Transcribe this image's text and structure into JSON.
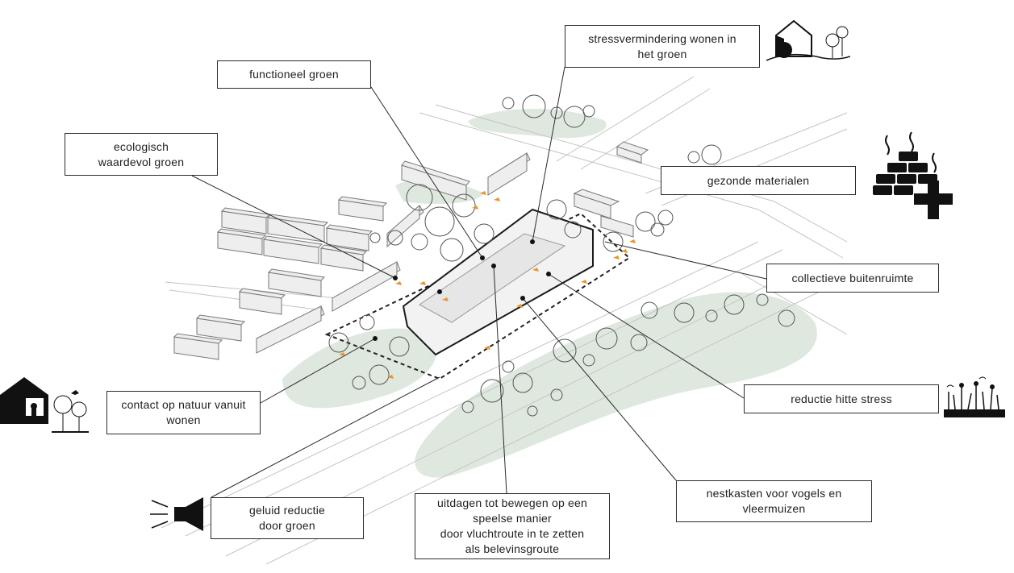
{
  "labels": {
    "stress": {
      "line1": "stressvermindering wonen in",
      "line2": "het groen"
    },
    "functioneel": {
      "line1": "functioneel groen"
    },
    "ecologisch": {
      "line1": "ecologisch",
      "line2": "waardevol groen"
    },
    "gezonde": {
      "line1": "gezonde materialen"
    },
    "collectieve": {
      "line1": "collectieve buitenruimte"
    },
    "hitte": {
      "line1": "reductie hitte stress"
    },
    "contact": {
      "line1": "contact op natuur vanuit",
      "line2": "wonen"
    },
    "geluid": {
      "line1": "geluid reductie",
      "line2": "door groen"
    },
    "uitdagen": {
      "line1": "uitdagen tot bewegen op een",
      "line2": "speelse manier",
      "line3": "door vluchtroute in te zetten",
      "line4": "als belevinsgroute"
    },
    "nestkasten": {
      "line1": "nestkasten voor vogels en",
      "line2": "vleermuizen"
    }
  },
  "icons": [
    "house-in-green-icon",
    "brick-stack-health-icon",
    "heat-plants-icon",
    "house-nature-view-icon",
    "loudspeaker-icon"
  ],
  "colors": {
    "green_area": "#dfe8df",
    "accent_orange": "#e8952a",
    "line": "#2b2b2b"
  }
}
